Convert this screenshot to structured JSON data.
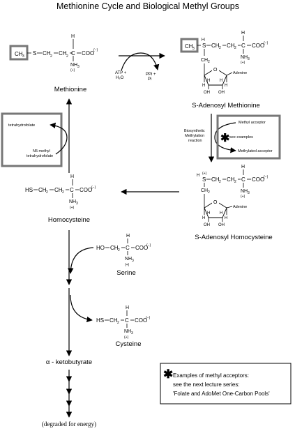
{
  "title": "Methionine Cycle and Biological Methyl Groups",
  "nodes": {
    "methionine": "Methionine",
    "sam": "S-Adenosyl Methionine",
    "sah": "S-Adenosyl Homocysteine",
    "homocysteine": "Homocysteine",
    "serine": "Serine",
    "cysteine": "Cysteine",
    "ketobutyrate": "α - ketobutyrate",
    "degraded": "(degraded for energy)"
  },
  "atoms": {
    "ch3": "CH",
    "sub3": "3",
    "s": "S",
    "ch2": "CH",
    "sub2": "2",
    "c": "C",
    "h": "H",
    "nh3": "NH",
    "coo": "COO",
    "neg": "(−)",
    "pos": "(+)",
    "o": "O",
    "oh": "OH",
    "hs": "HS",
    "ho": "HO",
    "adenine": "Adenine"
  },
  "labels": {
    "atp": "ATP +",
    "h2o": "H₂O",
    "ppi": "PPi +",
    "pi": "Pi",
    "methyl_acceptor": "Methyl acceptor",
    "see_examples": "see examples",
    "methylated_acceptor": "Methylated acceptor",
    "biosynthetic_1": "Biosynthetic",
    "biosynthetic_2": "Methylation",
    "biosynthetic_3": "reaction",
    "thf": "tetrahydrofolate",
    "n5_1": "N5 methyl",
    "n5_2": "tetrahydrofolate"
  },
  "note": {
    "line1": "Examples of methyl acceptors:",
    "line2": "see the next lecture series:",
    "line3": "'Folate and AdoMet One-Carbon Pools'"
  }
}
